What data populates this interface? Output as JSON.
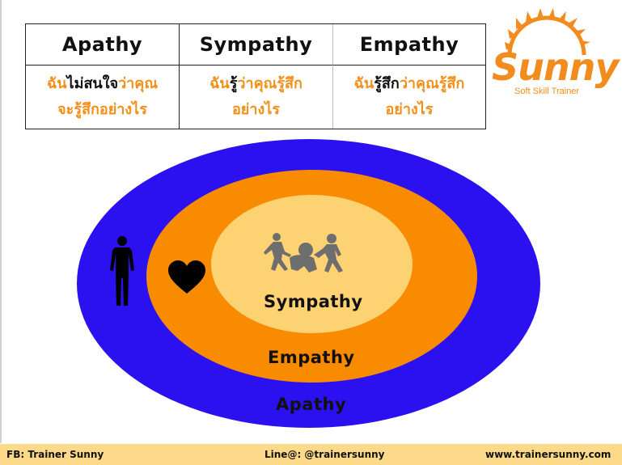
{
  "table": {
    "headers": [
      "Apathy",
      "Sympathy",
      "Empathy"
    ],
    "apathy_desc": [
      [
        {
          "t": "ฉัน",
          "c": "o"
        },
        {
          "t": "ไม่สนใจ",
          "c": "k"
        },
        {
          "t": "ว่าคุณ",
          "c": "o"
        }
      ],
      [
        {
          "t": "จะรู้สึกอย่างไร",
          "c": "o"
        }
      ]
    ],
    "sympathy_desc": [
      [
        {
          "t": "ฉัน",
          "c": "o"
        },
        {
          "t": "รู้",
          "c": "k"
        },
        {
          "t": "ว่าคุณรู้สึก",
          "c": "o"
        }
      ],
      [
        {
          "t": "อย่างไร",
          "c": "o"
        }
      ]
    ],
    "empathy_desc": [
      [
        {
          "t": "ฉัน",
          "c": "o"
        },
        {
          "t": "รู้สึก",
          "c": "k"
        },
        {
          "t": "ว่าคุณรู้สึก",
          "c": "o"
        }
      ],
      [
        {
          "t": "อย่างไร",
          "c": "o"
        }
      ]
    ]
  },
  "logo": {
    "word": "Sunny",
    "tagline": "Soft Skill Trainer"
  },
  "diagram": {
    "inner_label": "Sympathy",
    "middle_label": "Empathy",
    "outer_label": "Apathy",
    "icons": [
      "person-standing-icon",
      "heart-icon",
      "children-playing-icon"
    ]
  },
  "footer": {
    "fb": "FB:  Trainer Sunny",
    "line": "Line@: @trainersunny",
    "web": "www.trainersunny.com"
  },
  "colors": {
    "orange_text": "#f39019",
    "outer_ring": "#2b10f0",
    "middle_ring": "#f98b00",
    "inner_ring": "#fdd272",
    "footer_bg": "#fdd98a"
  }
}
